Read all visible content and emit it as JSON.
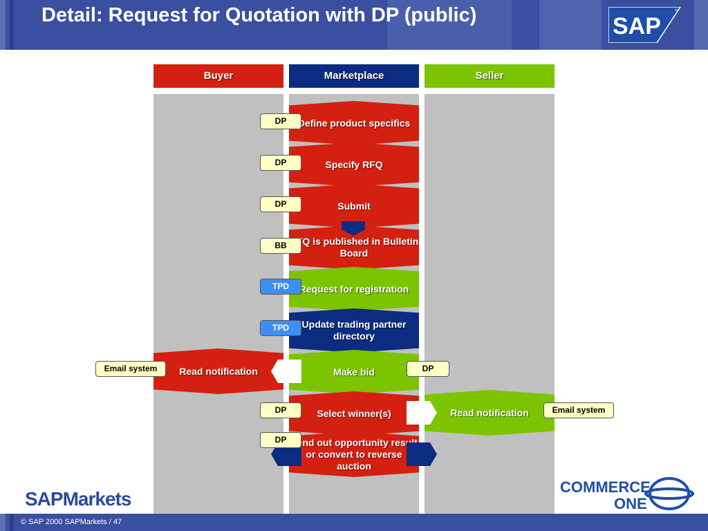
{
  "title": "Detail: Request for Quotation with DP (public)",
  "sap_logo_text": "SAP",
  "lanes": {
    "buyer": "Buyer",
    "marketplace": "Marketplace",
    "seller": "Seller"
  },
  "steps": [
    {
      "label": "Define product specifics",
      "tag": "DP"
    },
    {
      "label": "Specify RFQ",
      "tag": "DP"
    },
    {
      "label": "Submit",
      "tag": "DP"
    },
    {
      "label": "RFQ is published in Bulletin Board",
      "tag": "BB"
    },
    {
      "label": "Request for registration",
      "tag": "TPD"
    },
    {
      "label": "Update trading partner directory",
      "tag": "TPD"
    },
    {
      "label": "Make bid",
      "tag": "DP"
    },
    {
      "label": "Select winner(s)",
      "tag": "DP"
    },
    {
      "label": "Send out opportunity result or convert to reverse auction",
      "tag": "DP"
    }
  ],
  "buyer_step": {
    "label": "Read notification",
    "tag": "Email system"
  },
  "seller_step": {
    "label": "Read notification",
    "tag": "Email system"
  },
  "logos": {
    "sapmarkets": "SAPMarkets",
    "commerceone_line1": "COMMERCE",
    "commerceone_line2": "ONE"
  },
  "footer": "©  SAP 2000  SAPMarkets   / 47",
  "colors": {
    "red": "#d42010",
    "green": "#7cc400",
    "navy": "#0c2c82",
    "header_blue": "#3a4fa0"
  }
}
